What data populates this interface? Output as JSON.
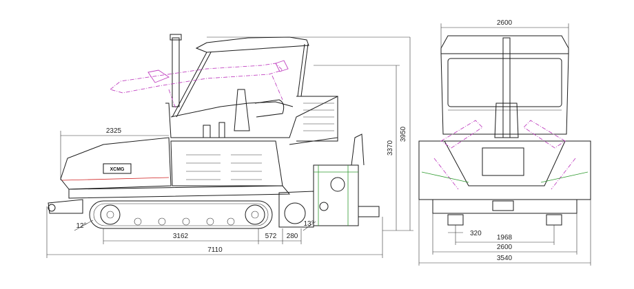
{
  "drawing": {
    "side_view": {
      "dims": {
        "overall_length": "7110",
        "track_length": "3162",
        "rear_overhang_a": "572",
        "rear_overhang_b": "280",
        "hopper_length": "2325",
        "height_total": "3950",
        "height_roof": "3370",
        "front_angle": "12°",
        "rear_angle": "13°"
      },
      "logo": "XCMG"
    },
    "front_view": {
      "dims": {
        "roof_width": "2600",
        "track_gauge": "1968",
        "body_width": "2600",
        "overall_width": "3540",
        "track_width": "320"
      }
    }
  }
}
